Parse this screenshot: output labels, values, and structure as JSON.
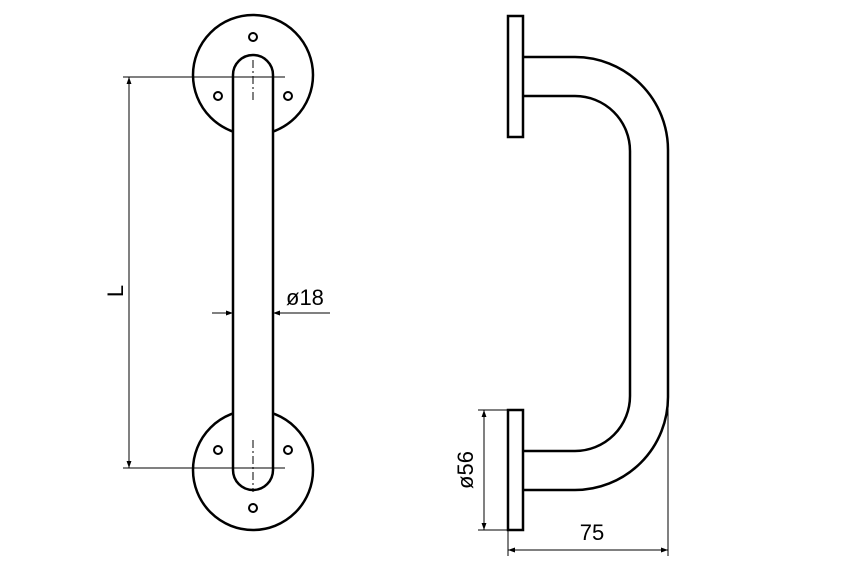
{
  "diagram": {
    "dimensions": {
      "length_label": "L",
      "tube_diameter_label": "ø18",
      "rosette_diameter_label": "ø56",
      "projection_label": "75"
    }
  }
}
